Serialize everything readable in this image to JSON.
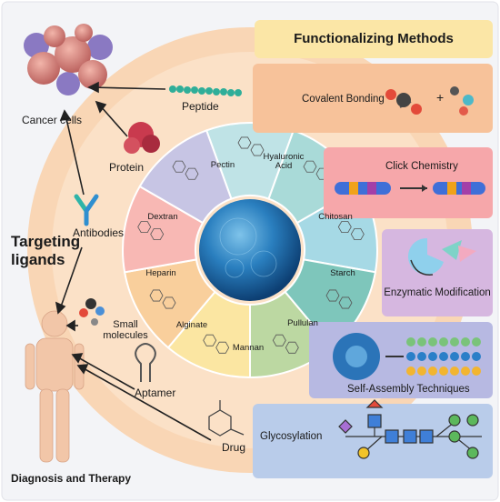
{
  "panel_title": "Functionalizing Methods",
  "methods": [
    {
      "label": "Covalent Bonding",
      "color": "#f7c29a"
    },
    {
      "label": "Click Chemistry",
      "color": "#f6a7aa"
    },
    {
      "label": "Enzymatic Modification",
      "color": "#d6b7e0"
    },
    {
      "label": "Self-Assembly Techniques",
      "color": "#b7b9e2"
    },
    {
      "label": "Glycosylation",
      "color": "#b9ccea"
    }
  ],
  "polysaccharides": [
    {
      "label": "Pectin",
      "color": "#bfe3e6"
    },
    {
      "label": "Hyaluronic Acid",
      "color": "#a9dad8"
    },
    {
      "label": "Chitosan",
      "color": "#a6d9e5"
    },
    {
      "label": "Starch",
      "color": "#7ec6bb"
    },
    {
      "label": "Pullulan",
      "color": "#bcd8a2"
    },
    {
      "label": "Mannan",
      "color": "#fbe6a2"
    },
    {
      "label": "Alginate",
      "color": "#f9cf9c"
    },
    {
      "label": "Heparin",
      "color": "#f8b8b4"
    },
    {
      "label": "Dextran",
      "color": "#c7c5e4"
    }
  ],
  "targeting": {
    "title": "Targeting ligands",
    "ligands": [
      "Peptide",
      "Protein",
      "Antibodies",
      "Small molecules",
      "Aptamer",
      "Drug"
    ]
  },
  "targets": {
    "cancer_cells": "Cancer cells",
    "diagnosis": "Diagnosis and Therapy"
  },
  "colors": {
    "arc_outer": "#f9d6b5",
    "arc_inner": "#fbe1c7",
    "background": "#ffffff",
    "title_box": "#fbe6a6",
    "sphere": "#2a7fbf"
  },
  "icons": [
    "cancer-cells-icon",
    "peptide-chain-icon",
    "protein-icon",
    "antibody-icon",
    "small-molecule-icon",
    "aptamer-icon",
    "drug-structure-icon",
    "human-body-icon",
    "nanoparticle-icon"
  ]
}
